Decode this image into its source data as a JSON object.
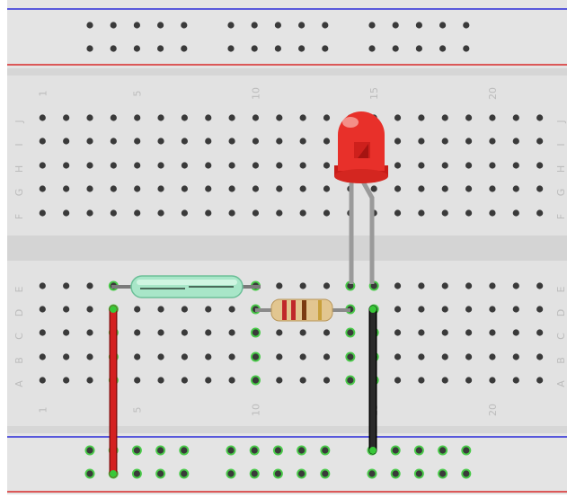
{
  "breadboard": {
    "column_labels": [
      "1",
      "5",
      "10",
      "15",
      "20"
    ],
    "top_row_labels": [
      "J",
      "I",
      "H",
      "G",
      "F"
    ],
    "bottom_row_labels": [
      "E",
      "D",
      "C",
      "B",
      "A"
    ]
  },
  "components": {
    "led": {
      "color": "#e8302a"
    },
    "resistor": {
      "bands": [
        "#c0282a",
        "#c0282a",
        "#7a3b12",
        "#c8a03c"
      ]
    },
    "reed_switch": {
      "color": "#a8e6c8"
    },
    "red_wire": {
      "color": "#c81e1e"
    },
    "black_wire": {
      "color": "#1a1a1a"
    }
  },
  "colors": {
    "board": "#e8e8e8",
    "rail_blue": "#2a2ad8",
    "rail_red": "#d82a2a",
    "hole": "#3a3a3a",
    "active_hole": "#38c838"
  }
}
